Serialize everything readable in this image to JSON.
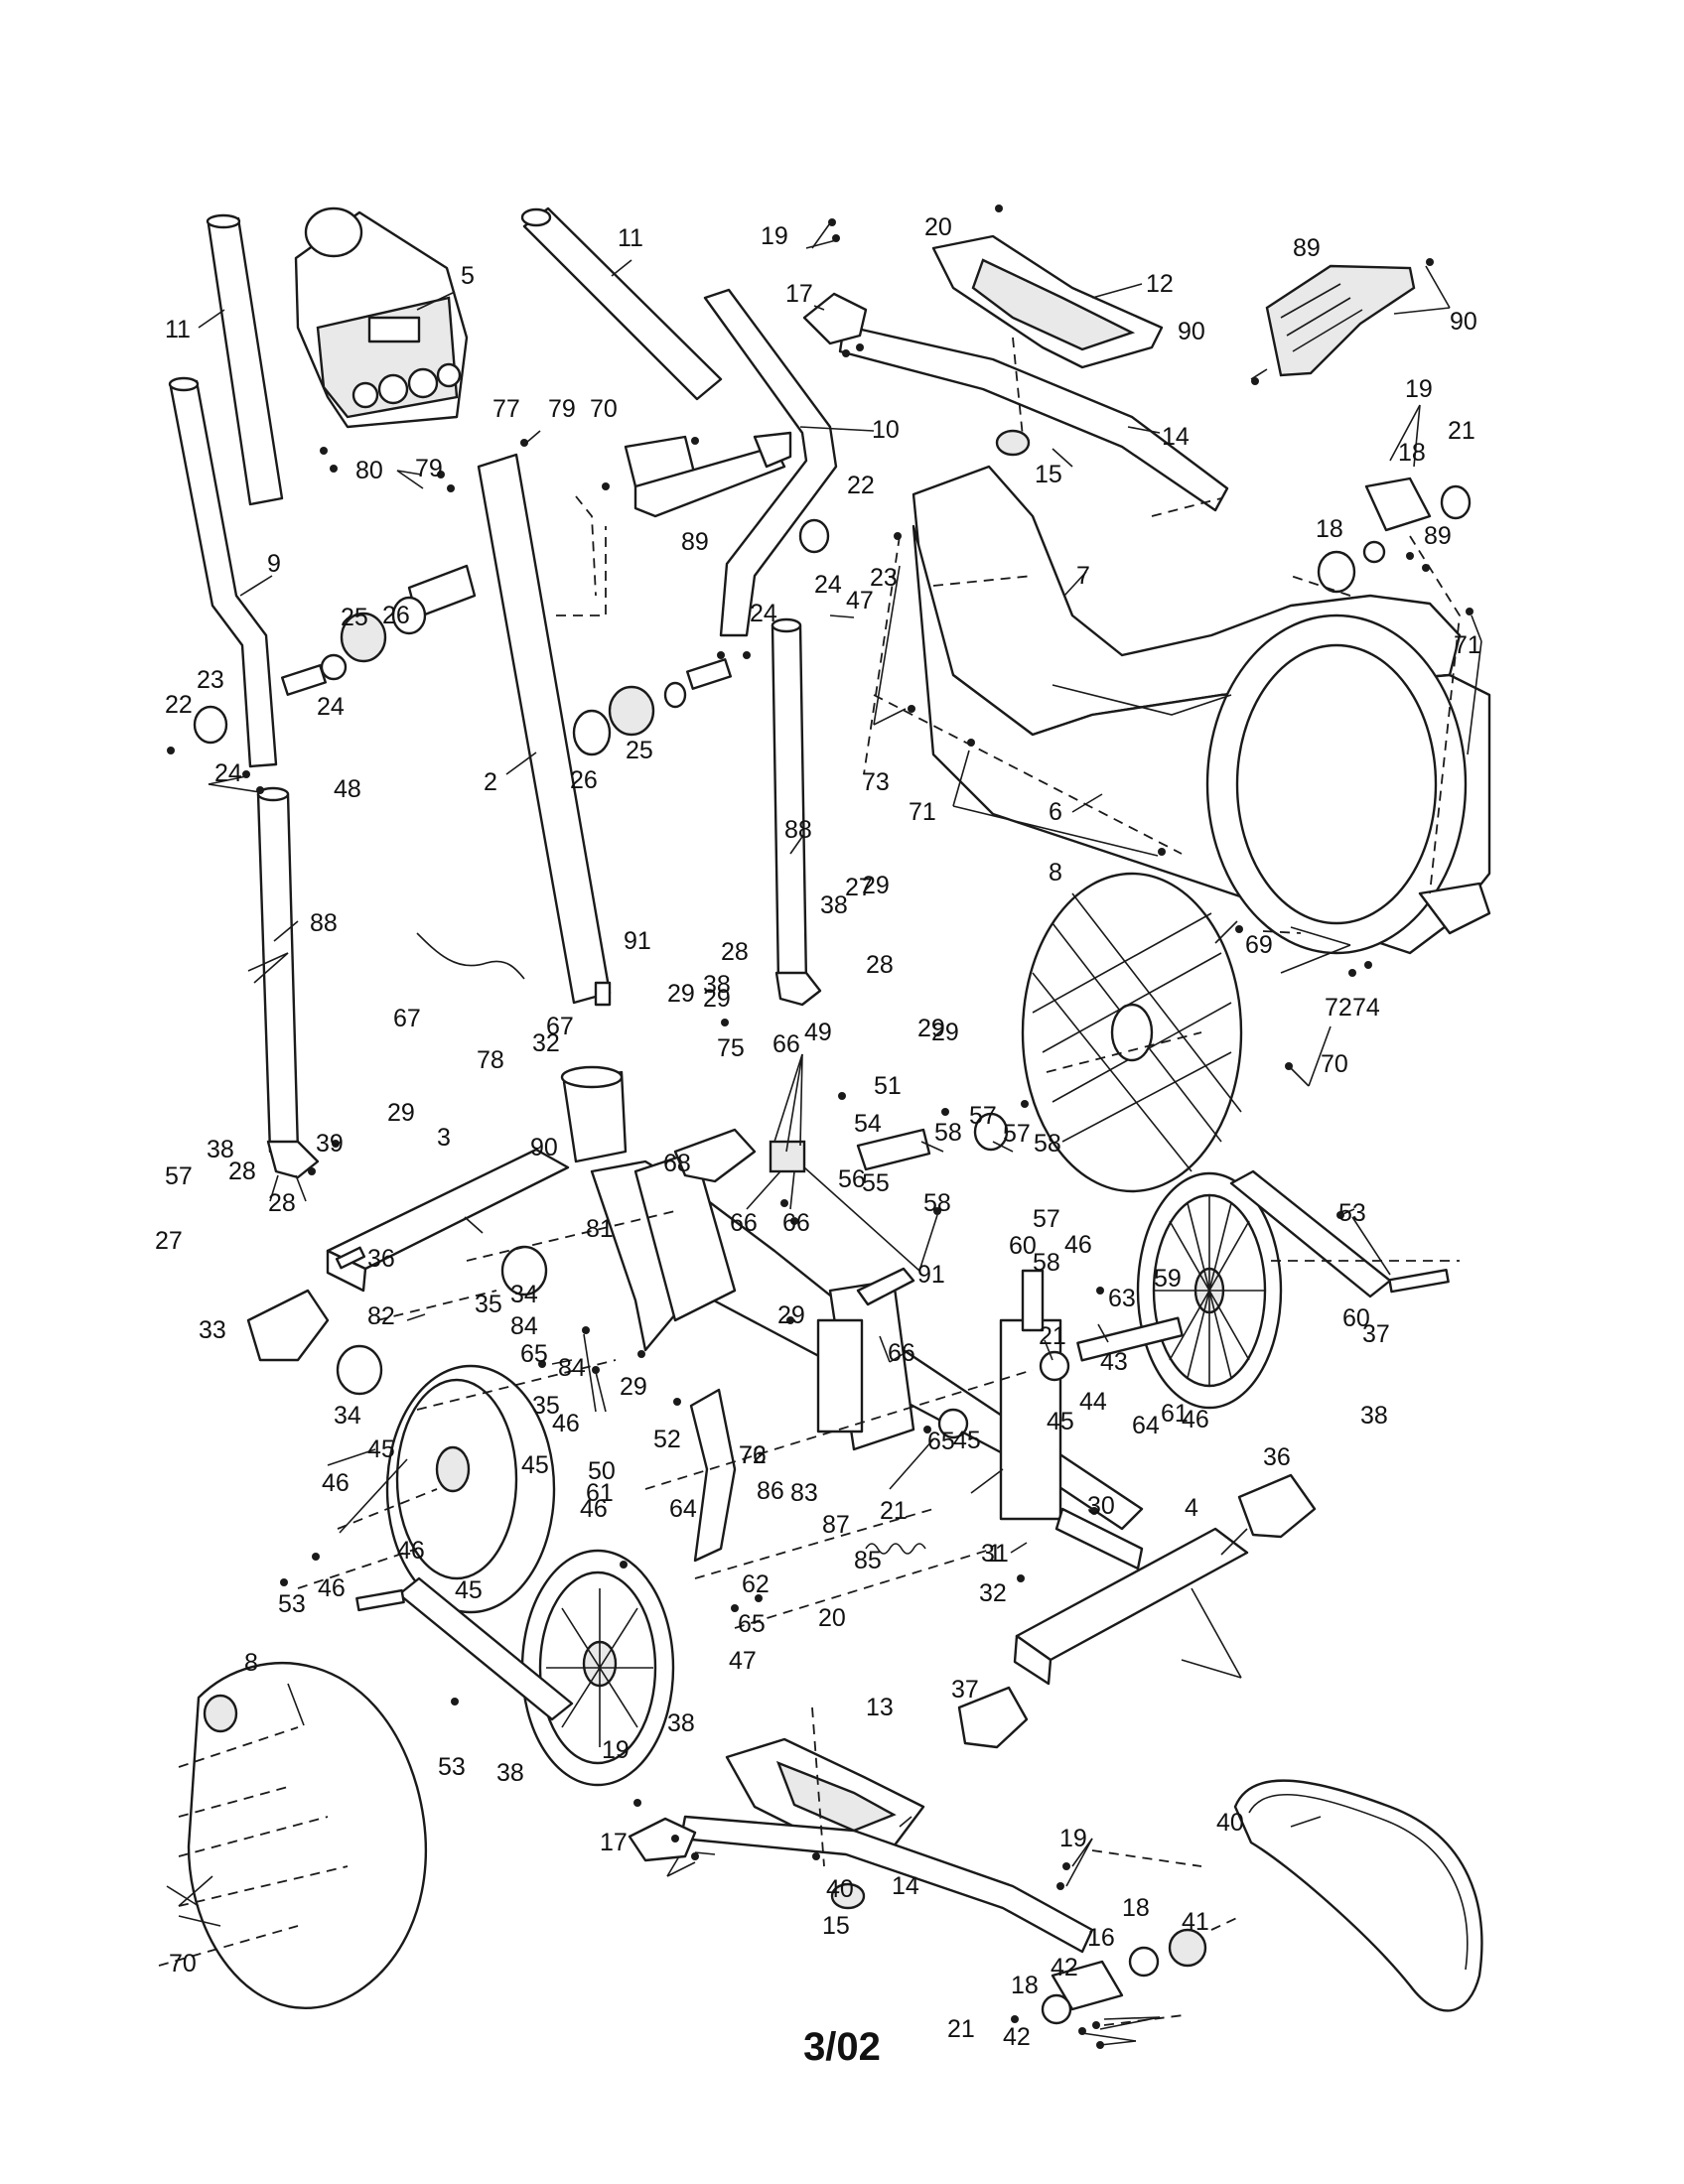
{
  "diagram": {
    "footer_code": "3/02",
    "colors": {
      "ink": "#1a1a1a",
      "paper": "#ffffff",
      "shade": "#e9e9e9"
    },
    "callouts": [
      "1",
      "2",
      "3",
      "4",
      "5",
      "6",
      "7",
      "8",
      "8",
      "9",
      "10",
      "11",
      "11",
      "12",
      "13",
      "14",
      "14",
      "15",
      "15",
      "16",
      "17",
      "17",
      "18",
      "18",
      "18",
      "18",
      "19",
      "19",
      "19",
      "19",
      "20",
      "20",
      "21",
      "21",
      "21",
      "21",
      "22",
      "22",
      "23",
      "23",
      "24",
      "24",
      "24",
      "24",
      "25",
      "25",
      "26",
      "26",
      "27",
      "27",
      "28",
      "28",
      "28",
      "28",
      "29",
      "29",
      "29",
      "29",
      "29",
      "29",
      "29",
      "29",
      "30",
      "31",
      "32",
      "32",
      "33",
      "34",
      "34",
      "35",
      "35",
      "36",
      "36",
      "37",
      "37",
      "38",
      "38",
      "38",
      "38",
      "38",
      "38",
      "39",
      "40",
      "40",
      "41",
      "42",
      "42",
      "43",
      "44",
      "45",
      "45",
      "45",
      "45",
      "45",
      "46",
      "46",
      "46",
      "46",
      "46",
      "46",
      "46",
      "47",
      "47",
      "48",
      "49",
      "50",
      "51",
      "52",
      "53",
      "53",
      "53",
      "54",
      "55",
      "56",
      "57",
      "57",
      "57",
      "57",
      "58",
      "58",
      "58",
      "58",
      "59",
      "60",
      "60",
      "61",
      "61",
      "62",
      "63",
      "64",
      "64",
      "65",
      "65",
      "65",
      "66",
      "66",
      "66",
      "66",
      "67",
      "67",
      "68",
      "69",
      "70",
      "70",
      "70",
      "71",
      "71",
      "72",
      "72",
      "73",
      "74",
      "75",
      "76",
      "77",
      "78",
      "79",
      "79",
      "80",
      "81",
      "82",
      "83",
      "84",
      "84",
      "85",
      "86",
      "87",
      "88",
      "88",
      "89",
      "89",
      "89",
      "90",
      "90",
      "90",
      "91",
      "91"
    ]
  }
}
